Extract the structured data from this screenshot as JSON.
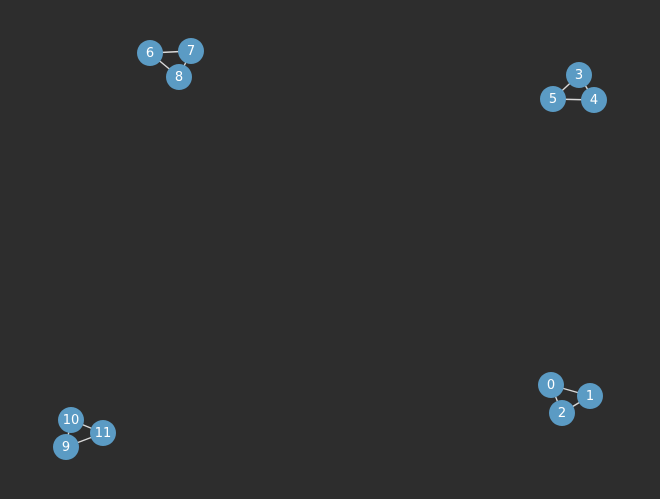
{
  "colors": {
    "background": "#2d2d2d",
    "node": "#5b9bc4",
    "edge": "#d9d9d9",
    "label": "#ffffff"
  },
  "graph": {
    "nodes": [
      {
        "id": "0",
        "label": "0"
      },
      {
        "id": "1",
        "label": "1"
      },
      {
        "id": "2",
        "label": "2"
      },
      {
        "id": "3",
        "label": "3"
      },
      {
        "id": "4",
        "label": "4"
      },
      {
        "id": "5",
        "label": "5"
      },
      {
        "id": "6",
        "label": "6"
      },
      {
        "id": "7",
        "label": "7"
      },
      {
        "id": "8",
        "label": "8"
      },
      {
        "id": "9",
        "label": "9"
      },
      {
        "id": "10",
        "label": "10"
      },
      {
        "id": "11",
        "label": "11"
      }
    ],
    "edges": [
      [
        "0",
        "1"
      ],
      [
        "0",
        "2"
      ],
      [
        "1",
        "2"
      ],
      [
        "3",
        "4"
      ],
      [
        "3",
        "5"
      ],
      [
        "4",
        "5"
      ],
      [
        "6",
        "7"
      ],
      [
        "6",
        "8"
      ],
      [
        "7",
        "8"
      ],
      [
        "9",
        "10"
      ],
      [
        "9",
        "11"
      ],
      [
        "10",
        "11"
      ]
    ]
  }
}
